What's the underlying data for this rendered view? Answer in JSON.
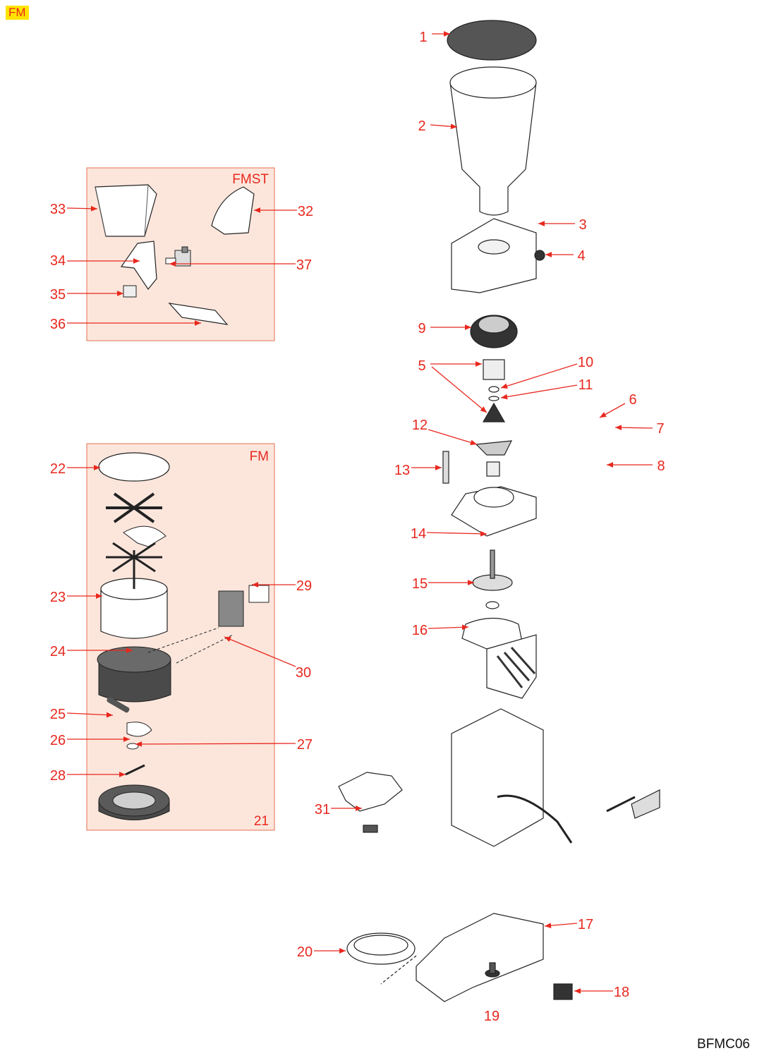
{
  "header_tag": "FM",
  "diagram_code": "BFMC06",
  "boxes": {
    "fmst": "FMST",
    "fm": "FM",
    "fm_base": "21"
  },
  "colors": {
    "label": "#e8281e",
    "box_fill": "#fce6dc",
    "box_stroke": "#e8856b",
    "tag_bg": "#ffe400"
  },
  "callouts": [
    "1",
    "2",
    "3",
    "4",
    "5",
    "6",
    "7",
    "8",
    "9",
    "10",
    "11",
    "12",
    "13",
    "14",
    "15",
    "16",
    "17",
    "18",
    "19",
    "20",
    "22",
    "23",
    "24",
    "25",
    "26",
    "27",
    "28",
    "29",
    "30",
    "31",
    "32",
    "33",
    "34",
    "35",
    "36",
    "37"
  ]
}
